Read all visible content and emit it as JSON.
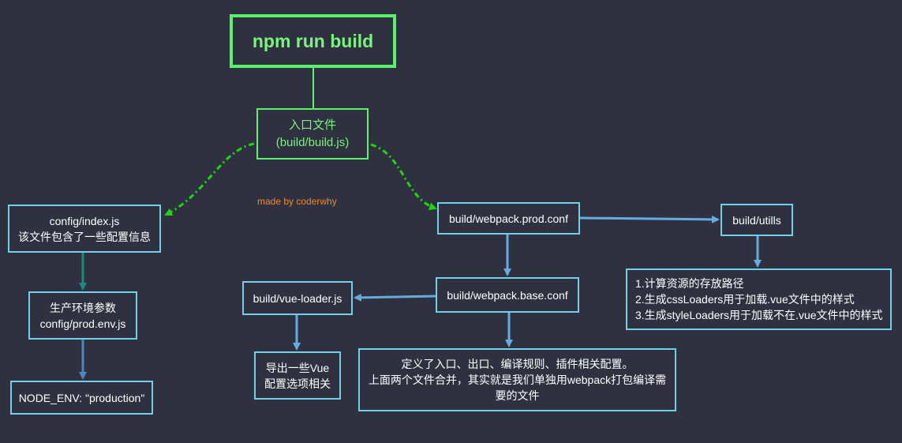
{
  "diagram": {
    "credit": "made by coderwhy",
    "nodes": {
      "npm_run_build": {
        "lines": [
          "npm run build"
        ]
      },
      "entry": {
        "lines": [
          "入口文件",
          "(build/build.js)"
        ]
      },
      "config_index": {
        "lines": [
          "config/index.js",
          "该文件包含了一些配置信息"
        ]
      },
      "prod_env": {
        "lines": [
          "生产环境参数",
          "config/prod.env.js"
        ]
      },
      "node_env": {
        "lines": [
          "NODE_ENV: \"production\""
        ]
      },
      "webpack_prod": {
        "lines": [
          "build/webpack.prod.conf"
        ]
      },
      "utils": {
        "lines": [
          "build/utills"
        ]
      },
      "utils_desc": {
        "lines": [
          "1.计算资源的存放路径",
          "2.生成cssLoaders用于加载.vue文件中的样式",
          "3.生成styleLoaders用于加载不在.vue文件中的样式"
        ]
      },
      "webpack_base": {
        "lines": [
          "build/webpack.base.conf"
        ]
      },
      "vue_loader": {
        "lines": [
          "build/vue-loader.js"
        ]
      },
      "vue_loader_desc": {
        "lines": [
          "导出一些Vue",
          "配置选项相关"
        ]
      },
      "base_desc": {
        "lines": [
          "定义了入口、出口、编译规则、插件相关配置。",
          "上面两个文件合并，其实就是我们单独用webpack打包编译需",
          "要的文件"
        ]
      }
    },
    "colors": {
      "background": "#2f3040",
      "green_border": "#5bf26b",
      "green_text": "#7cf27f",
      "green_dash": "#22d414",
      "blue_border": "#6fd0e8",
      "blue_arrow": "#66abe0",
      "teal_arrow": "#1a8a7c",
      "credit": "#f08a2c"
    }
  }
}
